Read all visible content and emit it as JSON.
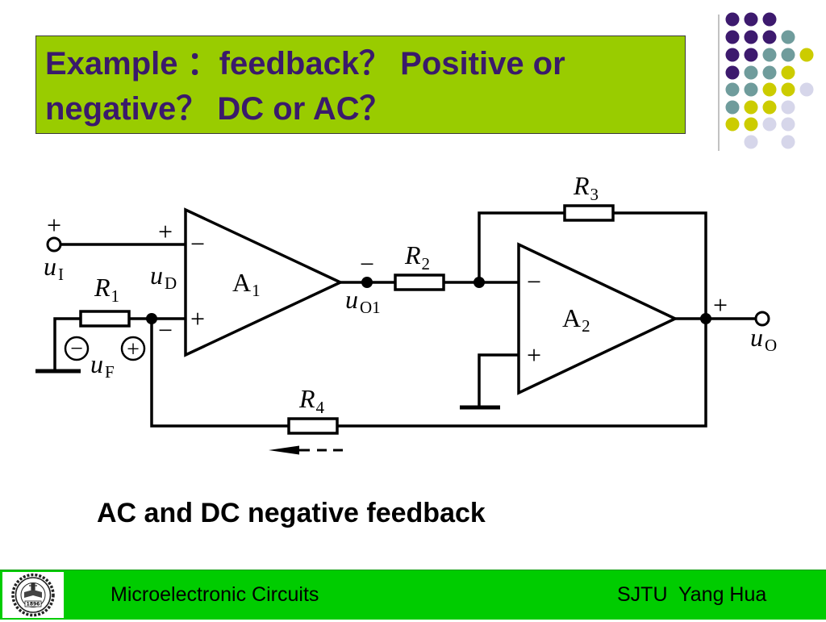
{
  "title": {
    "lines": [
      "Example ：feedback？ Positive or",
      "negative？ DC or AC？"
    ]
  },
  "circuit": {
    "polarity": {
      "plus": "+",
      "minus": "−"
    },
    "amplifiers": [
      {
        "name": "A",
        "sub": "1"
      },
      {
        "name": "A",
        "sub": "2"
      }
    ],
    "resistors": [
      {
        "name": "R",
        "sub": "1"
      },
      {
        "name": "R",
        "sub": "2"
      },
      {
        "name": "R",
        "sub": "3"
      },
      {
        "name": "R",
        "sub": "4"
      }
    ],
    "signals": {
      "u_I": {
        "symbol": "u",
        "sub": "I"
      },
      "u_D": {
        "symbol": "u",
        "sub": "D"
      },
      "u_F": {
        "symbol": "u",
        "sub": "F"
      },
      "u_O1": {
        "symbol": "u",
        "sub": "O1"
      },
      "u_O": {
        "symbol": "u",
        "sub": "O"
      }
    }
  },
  "caption": "AC and DC negative feedback",
  "footer": {
    "course": "Microelectronic Circuits",
    "author": "SJTU  Yang Hua",
    "logo_text": "1896"
  },
  "colors": {
    "title_background": "#99cc00",
    "title_text": "#3a1a6b",
    "footer_background": "#00cc00",
    "dot_purple": "#3d1a6e",
    "dot_teal": "#6f9c9c",
    "dot_yellow": "#cccc00",
    "dot_lavender": "#d6d6ea"
  }
}
